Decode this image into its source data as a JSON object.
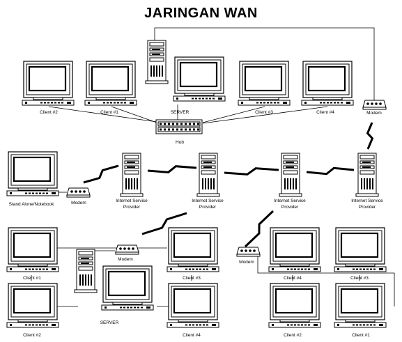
{
  "title": "JARINGAN WAN",
  "labels": {
    "top_client2": "Client #2",
    "top_client1": "Client #1",
    "top_server": "SERVER",
    "top_client3": "Client #3",
    "top_client4": "Client #4",
    "top_modem": "Modem",
    "hub": "Hub",
    "standalone": "Stand Alone/Notebook",
    "mid_modem": "Modem",
    "isp1": "Internet Service",
    "isp1b": "Provider",
    "isp2": "Internet Service",
    "isp2b": "Provider",
    "isp3": "Internet Service",
    "isp3b": "Provider",
    "isp4": "Internet Service",
    "isp4b": "Provider",
    "bl_client1": "Client #1",
    "bl_client2": "Client #2",
    "bl_client3": "Client #3",
    "bl_client4": "Client #4",
    "bl_server": "SERVER",
    "bl_modem": "Modem",
    "br_modem": "Modem",
    "br_client4": "Client #4",
    "br_client3": "Client #3",
    "br_client2": "Client #2",
    "br_client1": "Client #1"
  }
}
